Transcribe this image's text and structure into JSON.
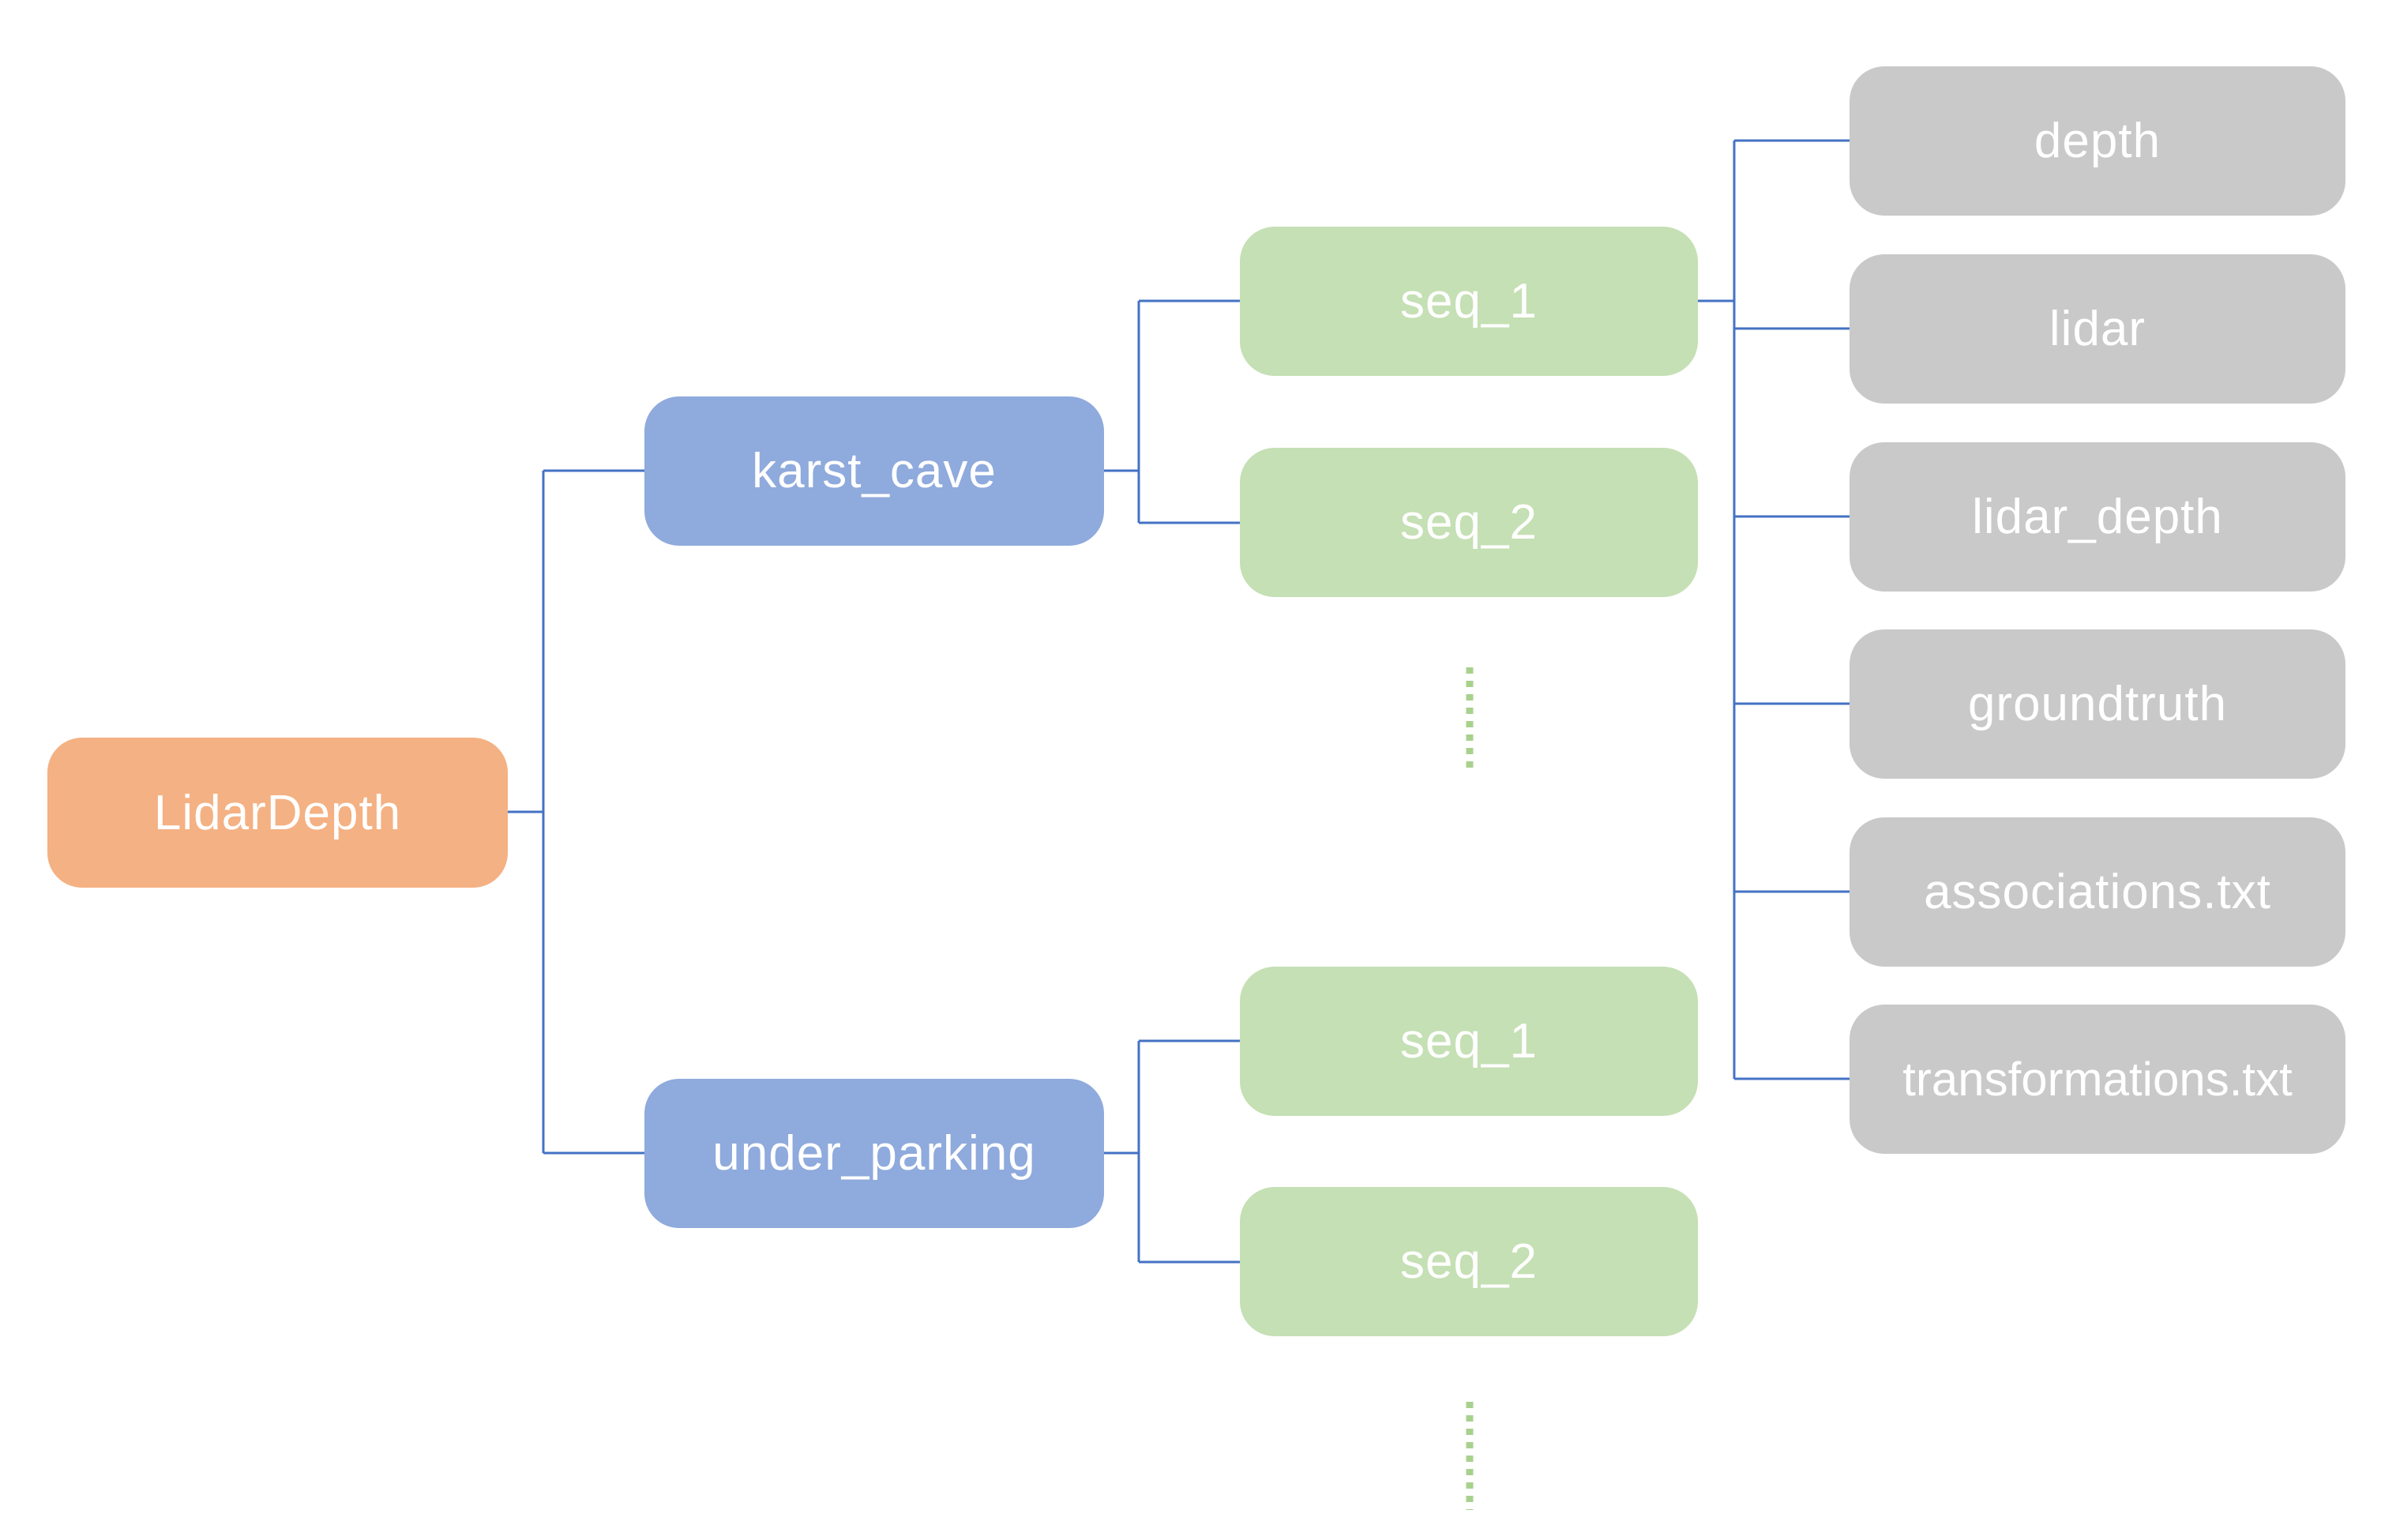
{
  "colors": {
    "root": "#F4B183",
    "site": "#8FAADC",
    "sequence": "#C5E0B4",
    "file": "#C9C9C9",
    "connector": "#4472C4",
    "ellipsis": "#A9D18E"
  },
  "tree": {
    "root": "LidarDepth",
    "sites": [
      {
        "label": "karst_cave",
        "sequences": [
          "seq_1",
          "seq_2"
        ]
      },
      {
        "label": "under_parking",
        "sequences": [
          "seq_1",
          "seq_2"
        ]
      }
    ],
    "sequence_contents": [
      "depth",
      "lidar",
      "lidar_depth",
      "groundtruth",
      "associations.txt",
      "transformations.txt"
    ]
  }
}
